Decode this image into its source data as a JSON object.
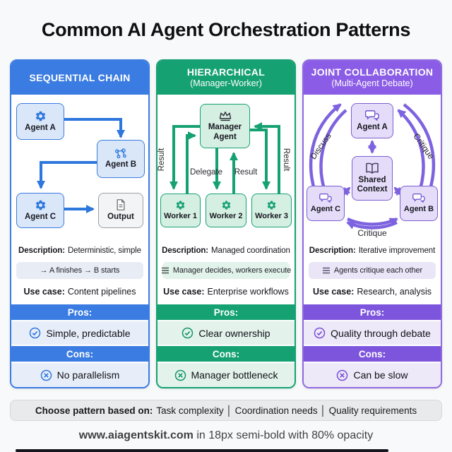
{
  "title": "Common AI Agent Orchestration Patterns",
  "patterns": [
    {
      "name": "SEQUENTIAL CHAIN",
      "accent": "#3b7ce2",
      "nodes": {
        "agent_a": "Agent A",
        "agent_b": "Agent B",
        "agent_c": "Agent C",
        "output": "Output"
      },
      "description_label": "Description:",
      "description": "Deterministic, simple",
      "highlight": "→ A finishes → B starts",
      "use_case_label": "Use case:",
      "use_case": "Content pipelines",
      "pros_label": "Pros:",
      "pros": "Simple, predictable",
      "cons_label": "Cons:",
      "cons": "No parallelism"
    },
    {
      "name": "HIERARCHICAL",
      "subtitle": "(Manager-Worker)",
      "accent": "#16a173",
      "nodes": {
        "manager_line1": "Manager",
        "manager_line2": "Agent",
        "worker_1": "Worker 1",
        "worker_2": "Worker 2",
        "worker_3": "Worker 3"
      },
      "edge_labels": {
        "result_left": "Result",
        "delegate": "Delegate",
        "result_center": "Result",
        "result_right": "Result"
      },
      "description_label": "Description:",
      "description": "Managed coordination",
      "highlight": "Manager decides, workers execute",
      "use_case_label": "Use case:",
      "use_case": "Enterprise workflows",
      "pros_label": "Pros:",
      "pros": "Clear ownership",
      "cons_label": "Cons:",
      "cons": "Manager bottleneck"
    },
    {
      "name": "JOINT COLLABORATION",
      "subtitle": "(Multi-Agent Debate)",
      "accent": "#8b5ce6",
      "nodes": {
        "agent_a": "Agent A",
        "agent_b": "Agent B",
        "agent_c": "Agent C",
        "shared_line1": "Shared",
        "shared_line2": "Context"
      },
      "edge_labels": {
        "discuss": "Discuss",
        "critique_right": "Critique",
        "critique_bottom": "Critique"
      },
      "description_label": "Description:",
      "description": "Iterative improvement",
      "highlight": "Agents critique each other",
      "use_case_label": "Use case:",
      "use_case": "Research, analysis",
      "pros_label": "Pros:",
      "pros": "Quality through debate",
      "cons_label": "Cons:",
      "cons": "Can be slow"
    }
  ],
  "footer": {
    "choose_label": "Choose pattern based on:",
    "choose_text": "Task complexity │ Coordination needs │ Quality requirements",
    "brand": "www.aiagentskit.com",
    "brand_note": " in 18px semi-bold with 80% opacity"
  }
}
